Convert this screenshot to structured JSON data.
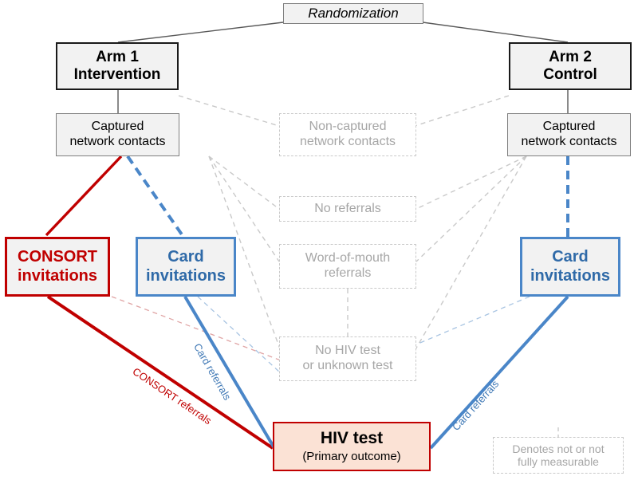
{
  "diagram": {
    "title_node": {
      "label": "Randomization"
    },
    "arms": [
      {
        "line1": "Arm 1",
        "line2": "Intervention"
      },
      {
        "line1": "Arm 2",
        "line2": "Control"
      }
    ],
    "captured_left": {
      "line1": "Captured",
      "line2": "network contacts"
    },
    "captured_right": {
      "line1": "Captured",
      "line2": "network contacts"
    },
    "non_captured": {
      "line1": "Non-captured",
      "line2": "network contacts"
    },
    "no_referrals": {
      "line1": "No referrals"
    },
    "word_of_mouth": {
      "line1": "Word-of-mouth",
      "line2": "referrals"
    },
    "no_hiv_test": {
      "line1": "No HIV test",
      "line2": "or unknown test"
    },
    "consort_invitations": {
      "line1": "CONSORT",
      "line2": "invitations"
    },
    "card_invitations_left": {
      "line1": "Card",
      "line2": "invitations"
    },
    "card_invitations_right": {
      "line1": "Card",
      "line2": "invitations"
    },
    "outcome": {
      "line1": "HIV test",
      "line2": "(Primary outcome)"
    },
    "legend": {
      "line1": "Denotes not or not",
      "line2": "fully measurable"
    },
    "edge_labels": {
      "consort_referrals": "CONSORT referrals",
      "card_referrals_left": "Card referrals",
      "card_referrals_right": "Card referrals"
    },
    "colors": {
      "consort_red": "#c00000",
      "card_blue": "#4a86c8",
      "ghost_gray": "#c9c9c9",
      "ghost_text": "#a6a6a6",
      "box_fill": "#f2f2f2",
      "outcome_fill": "#fbe2d5",
      "black": "#1a1a1a"
    }
  }
}
